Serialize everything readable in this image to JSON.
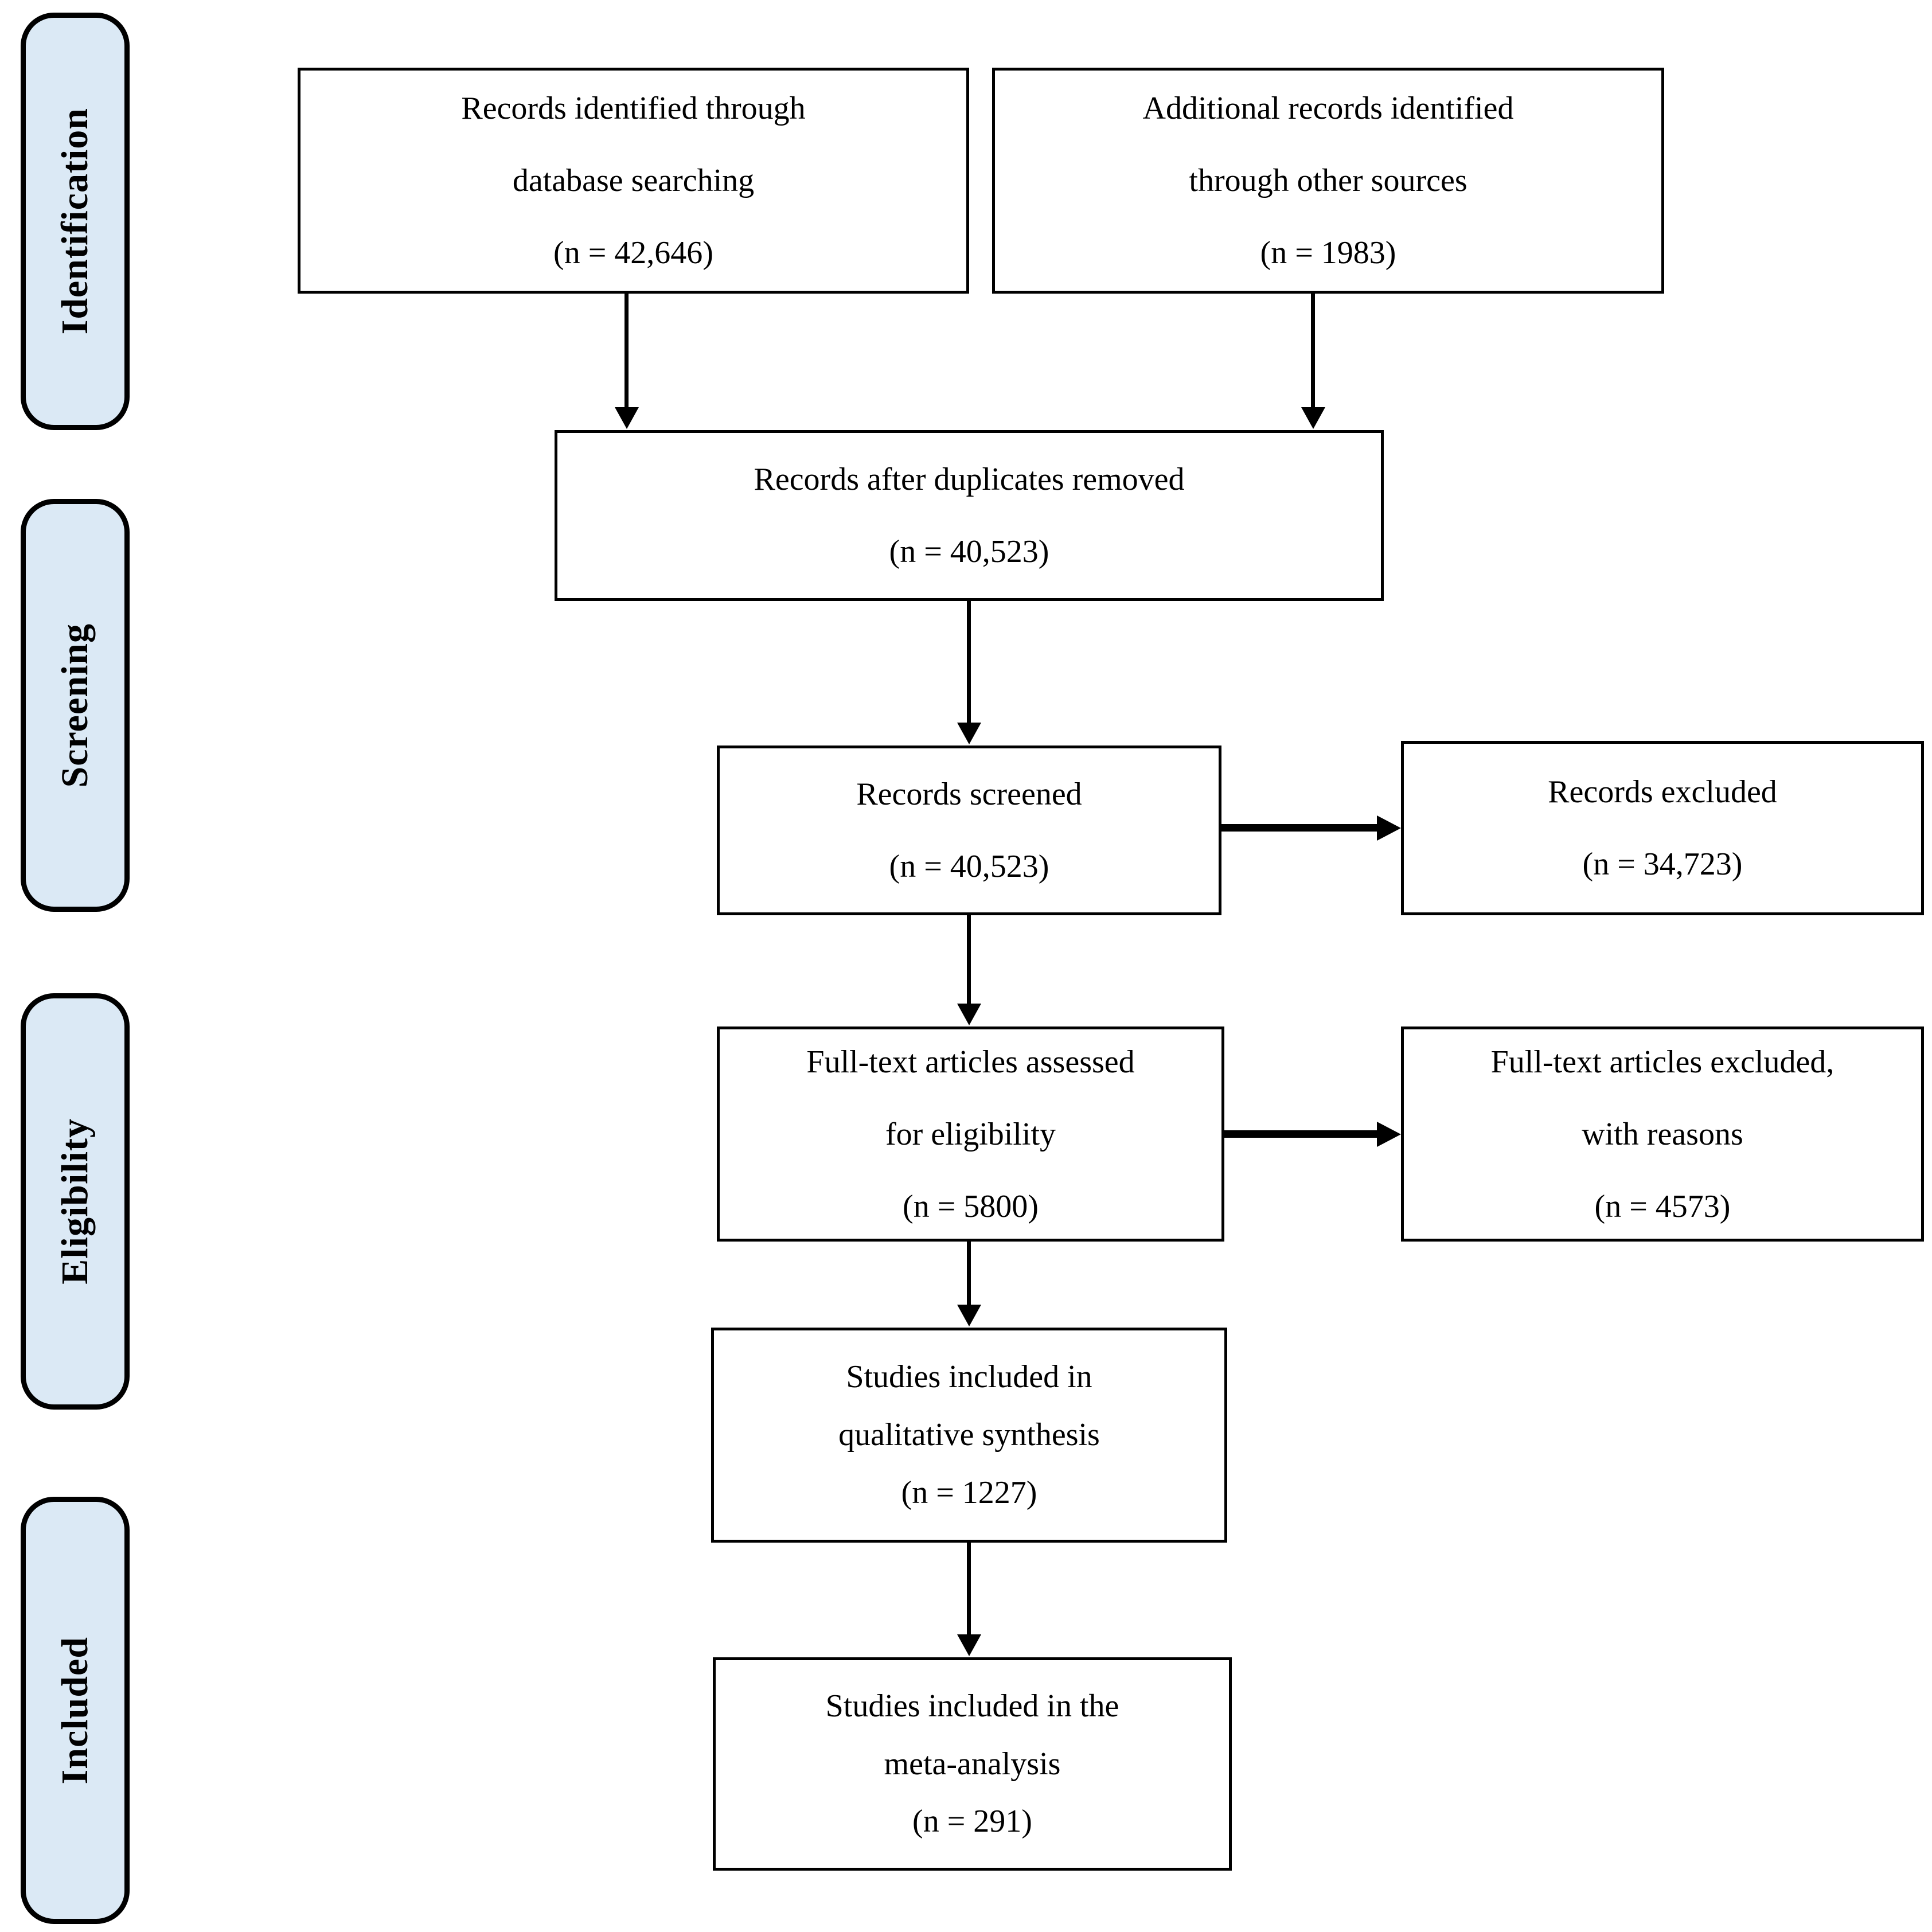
{
  "stages": [
    {
      "label": "Identification"
    },
    {
      "label": "Screening"
    },
    {
      "label": "Eligibility"
    },
    {
      "label": "Included"
    }
  ],
  "flow_boxes": [
    {
      "id": "records-identified",
      "lines": [
        "Records identified through",
        "database searching",
        "(n = 42,646)"
      ]
    },
    {
      "id": "additional-records",
      "lines": [
        "Additional records identified",
        "through other sources",
        "(n = 1983)"
      ]
    },
    {
      "id": "duplicates-removed",
      "lines": [
        "Records after duplicates removed",
        "(n = 40,523)"
      ]
    },
    {
      "id": "records-screened",
      "lines": [
        "Records screened",
        "(n = 40,523)"
      ]
    },
    {
      "id": "records-excluded",
      "lines": [
        "Records excluded",
        "(n = 34,723)"
      ]
    },
    {
      "id": "fulltext-assessed",
      "lines": [
        "Full-text articles assessed",
        "for eligibility",
        "(n = 5800)"
      ]
    },
    {
      "id": "fulltext-excluded",
      "lines": [
        "Full-text articles excluded,",
        "with reasons",
        "(n = 4573)"
      ]
    },
    {
      "id": "qualitative-synthesis",
      "lines": [
        "Studies included in",
        "qualitative synthesis",
        "(n = 1227)"
      ]
    },
    {
      "id": "meta-analysis",
      "lines": [
        "Studies included in the",
        "meta-analysis",
        "(n = 291)"
      ]
    }
  ],
  "colors": {
    "stage_fill": "#dbe9f5",
    "line_color": "#000000",
    "background": "#ffffff",
    "text": "#000000"
  }
}
